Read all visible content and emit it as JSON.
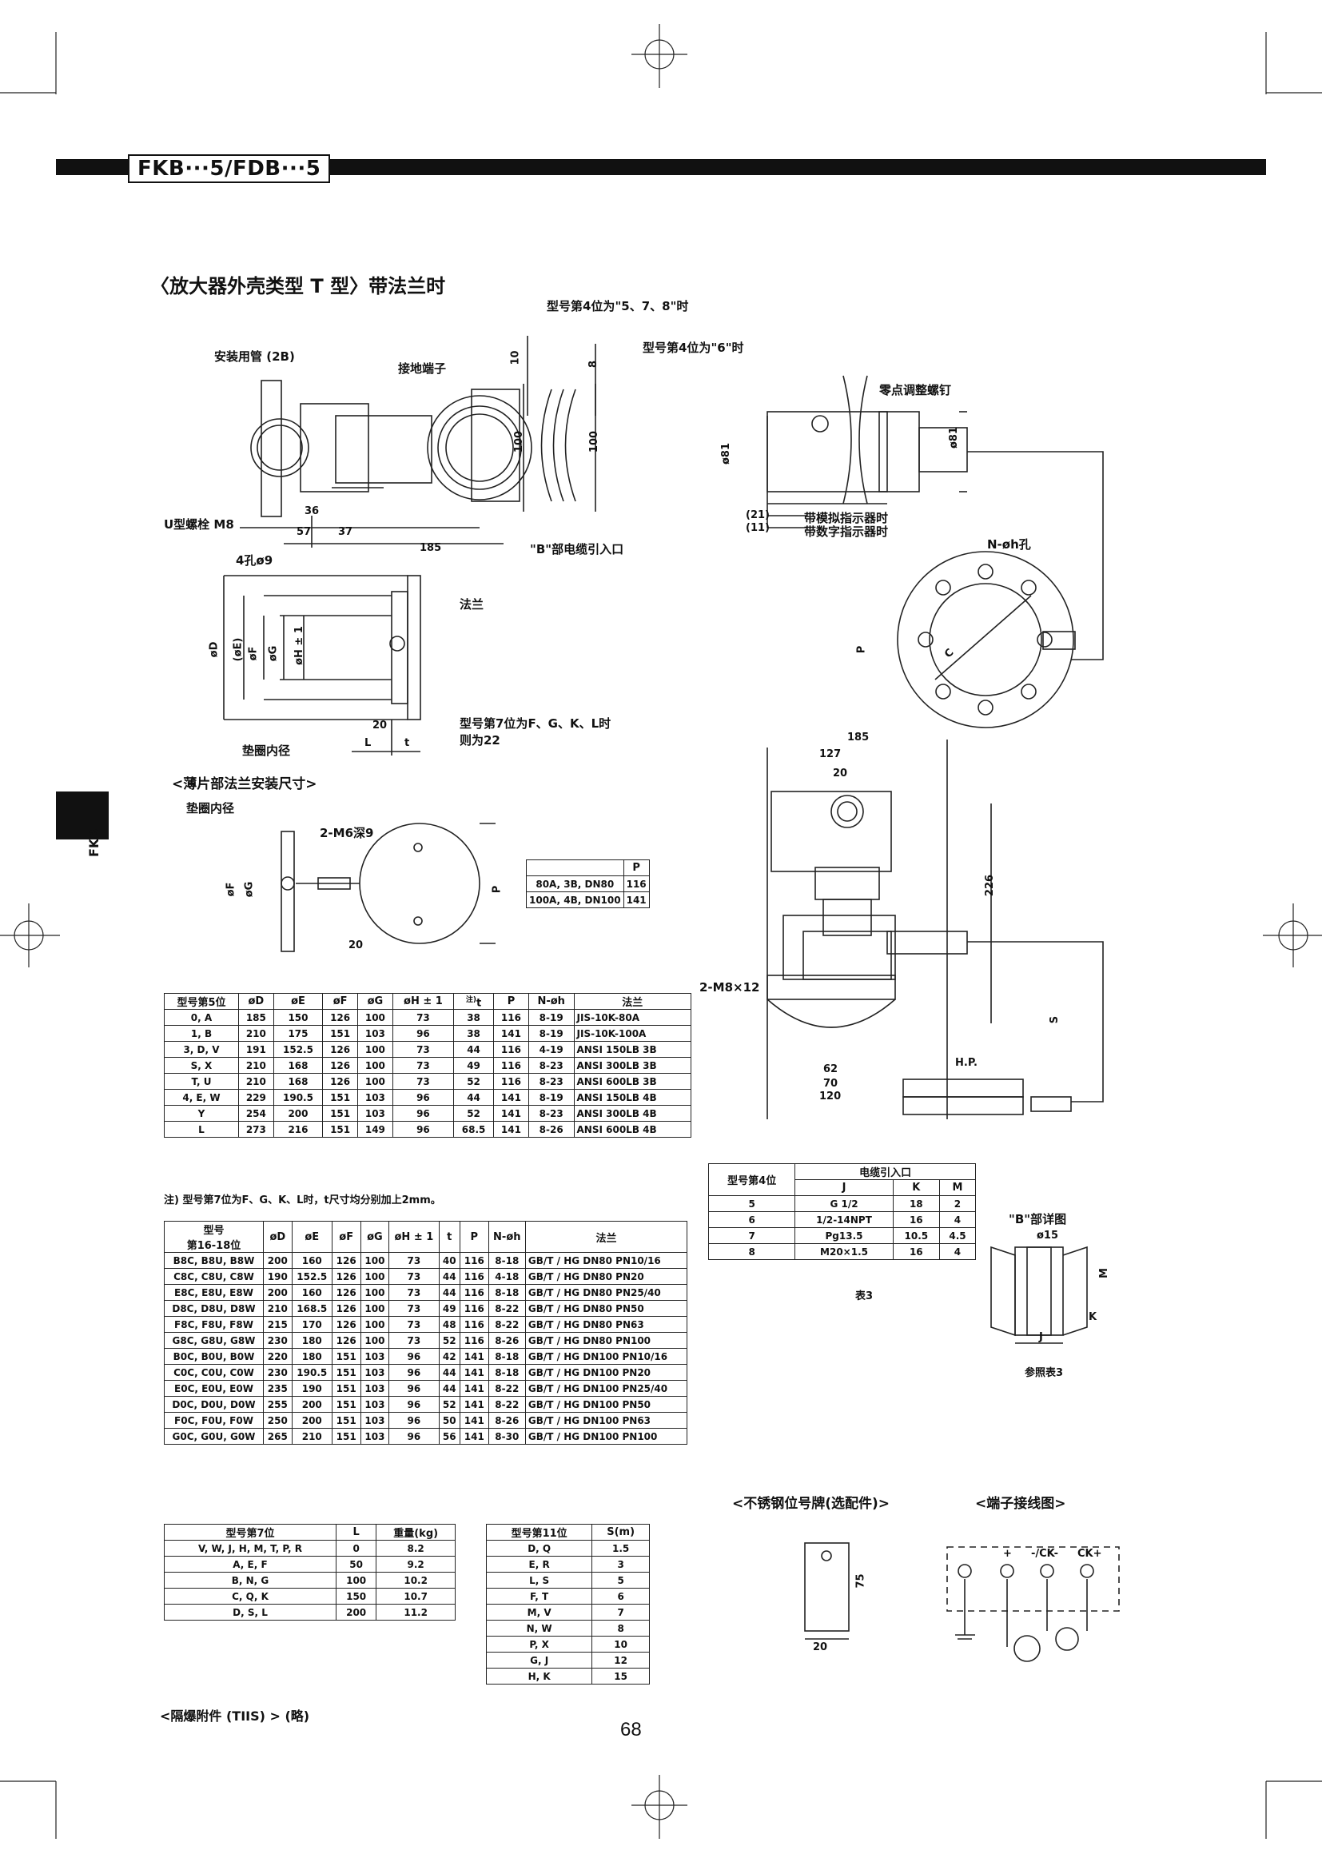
{
  "header": {
    "title": "FKB···5/FDB···5",
    "side_tab": "FKB"
  },
  "section": {
    "title": "〈放大器外壳类型 T 型〉带法兰时",
    "thin_title": "<薄片部法兰安装尺寸>",
    "plate_title": "<不锈钢位号牌(选配件)>",
    "terminal_title": "<端子接线图>",
    "explosion_note": "<隔爆附件 (TIIS) > (略)"
  },
  "labels": {
    "pipe": "安装用管 (2B)",
    "ground": "接地端子",
    "digit4_578": "型号第4位为\"5、7、8\"时",
    "digit4_6": "型号第4位为\"6\"时",
    "zero_screw": "零点调整螺钉",
    "ubolt": "U型螺栓 M8",
    "holes": "4孔ø9",
    "cable_entry": "\"B\"部电缆引入口",
    "analog": "带模拟指示器时",
    "digital": "带数字指示器时",
    "nhole": "N-øh孔",
    "flange": "法兰",
    "digit7": "型号第7位为F、G、K、L时",
    "digit7b": "则为22",
    "gasket": "垫圈内径",
    "gasket2": "垫圈内径",
    "m6": "2-M6深9",
    "m8": "2-M8×12",
    "hp": "H.P.",
    "bdetail": "\"B\"部详图",
    "ref_table3": "参照表3",
    "table3": "表3",
    "d10": "10",
    "d8": "8",
    "d100a": "100",
    "d100b": "100",
    "d36": "36",
    "d57": "57",
    "d37": "37",
    "d185": "185",
    "d21": "(21)",
    "d11": "(11)",
    "d81a": "ø81",
    "d81b": "ø81",
    "dD": "øD",
    "dE": "(øE)",
    "dF": "øF",
    "dG": "øG",
    "dH": "øH ± 1",
    "d20": "20",
    "dL": "L",
    "dt": "t",
    "dP": "P",
    "dC": "C",
    "dF2": "øF",
    "dG2": "øG",
    "d20b": "20",
    "dP2": "P",
    "d185b": "185",
    "d127": "127",
    "d20c": "20",
    "d226": "226",
    "dS": "S",
    "d62": "62",
    "d70": "70",
    "d120": "120",
    "d15": "ø15",
    "dM": "M",
    "dK": "K",
    "dJ": "J",
    "d75": "75",
    "d20d": "20",
    "t_plus": "+",
    "t_ck_minus": "-/CK-",
    "t_ck_plus": "CK+"
  },
  "p_table": {
    "header": [
      "",
      "P"
    ],
    "rows": [
      [
        "80A, 3B, DN80",
        "116"
      ],
      [
        "100A, 4B, DN100",
        "141"
      ]
    ]
  },
  "table1": {
    "header": [
      "型号第5位",
      "øD",
      "øE",
      "øF",
      "øG",
      "øH ± 1",
      "t",
      "P",
      "N-øh",
      "法兰"
    ],
    "t_note": "注)",
    "rows": [
      [
        "0, A",
        "185",
        "150",
        "126",
        "100",
        "73",
        "38",
        "116",
        "8-19",
        "JIS-10K-80A"
      ],
      [
        "1, B",
        "210",
        "175",
        "151",
        "103",
        "96",
        "38",
        "141",
        "8-19",
        "JIS-10K-100A"
      ],
      [
        "3, D, V",
        "191",
        "152.5",
        "126",
        "100",
        "73",
        "44",
        "116",
        "4-19",
        "ANSI 150LB 3B"
      ],
      [
        "S, X",
        "210",
        "168",
        "126",
        "100",
        "73",
        "49",
        "116",
        "8-23",
        "ANSI 300LB 3B"
      ],
      [
        "T, U",
        "210",
        "168",
        "126",
        "100",
        "73",
        "52",
        "116",
        "8-23",
        "ANSI 600LB 3B"
      ],
      [
        "4, E, W",
        "229",
        "190.5",
        "151",
        "103",
        "96",
        "44",
        "141",
        "8-19",
        "ANSI 150LB 4B"
      ],
      [
        "Y",
        "254",
        "200",
        "151",
        "103",
        "96",
        "52",
        "141",
        "8-23",
        "ANSI 300LB 4B"
      ],
      [
        "L",
        "273",
        "216",
        "151",
        "149",
        "96",
        "68.5",
        "141",
        "8-26",
        "ANSI 600LB 4B"
      ]
    ],
    "note": "注) 型号第7位为F、G、K、L时，t尺寸均分别加上2mm。"
  },
  "table2": {
    "header_a": "型号",
    "header_b": "第16-18位",
    "header": [
      "øD",
      "øE",
      "øF",
      "øG",
      "øH ± 1",
      "t",
      "P",
      "N-øh",
      "法兰"
    ],
    "rows": [
      [
        "B8C, B8U, B8W",
        "200",
        "160",
        "126",
        "100",
        "73",
        "40",
        "116",
        "8-18",
        "GB/T / HG DN80 PN10/16"
      ],
      [
        "C8C, C8U, C8W",
        "190",
        "152.5",
        "126",
        "100",
        "73",
        "44",
        "116",
        "4-18",
        "GB/T / HG DN80 PN20"
      ],
      [
        "E8C, E8U, E8W",
        "200",
        "160",
        "126",
        "100",
        "73",
        "44",
        "116",
        "8-18",
        "GB/T / HG DN80 PN25/40"
      ],
      [
        "D8C, D8U, D8W",
        "210",
        "168.5",
        "126",
        "100",
        "73",
        "49",
        "116",
        "8-22",
        "GB/T / HG DN80 PN50"
      ],
      [
        "F8C, F8U, F8W",
        "215",
        "170",
        "126",
        "100",
        "73",
        "48",
        "116",
        "8-22",
        "GB/T / HG DN80 PN63"
      ],
      [
        "G8C, G8U, G8W",
        "230",
        "180",
        "126",
        "100",
        "73",
        "52",
        "116",
        "8-26",
        "GB/T / HG DN80 PN100"
      ],
      [
        "B0C, B0U, B0W",
        "220",
        "180",
        "151",
        "103",
        "96",
        "42",
        "141",
        "8-18",
        "GB/T / HG DN100 PN10/16"
      ],
      [
        "C0C, C0U, C0W",
        "230",
        "190.5",
        "151",
        "103",
        "96",
        "44",
        "141",
        "8-18",
        "GB/T / HG DN100 PN20"
      ],
      [
        "E0C, E0U, E0W",
        "235",
        "190",
        "151",
        "103",
        "96",
        "44",
        "141",
        "8-22",
        "GB/T / HG DN100 PN25/40"
      ],
      [
        "D0C, D0U, D0W",
        "255",
        "200",
        "151",
        "103",
        "96",
        "52",
        "141",
        "8-22",
        "GB/T / HG DN100 PN50"
      ],
      [
        "F0C, F0U, F0W",
        "250",
        "200",
        "151",
        "103",
        "96",
        "50",
        "141",
        "8-26",
        "GB/T / HG DN100 PN63"
      ],
      [
        "G0C, G0U, G0W",
        "265",
        "210",
        "151",
        "103",
        "96",
        "56",
        "141",
        "8-30",
        "GB/T / HG DN100 PN100"
      ]
    ]
  },
  "table3": {
    "h_digit": "型号第4位",
    "h_cable": "电缆引入口",
    "h_cols": [
      "J",
      "K",
      "M"
    ],
    "rows": [
      [
        "5",
        "G 1/2",
        "18",
        "2"
      ],
      [
        "6",
        "1/2-14NPT",
        "16",
        "4"
      ],
      [
        "7",
        "Pg13.5",
        "10.5",
        "4.5"
      ],
      [
        "8",
        "M20×1.5",
        "16",
        "4"
      ]
    ]
  },
  "table_weight": {
    "header": [
      "型号第7位",
      "L",
      "重量(kg)"
    ],
    "rows": [
      [
        "V, W, J, H, M, T, P, R",
        "0",
        "8.2"
      ],
      [
        "A, E, F",
        "50",
        "9.2"
      ],
      [
        "B, N, G",
        "100",
        "10.2"
      ],
      [
        "C, Q, K",
        "150",
        "10.7"
      ],
      [
        "D, S, L",
        "200",
        "11.2"
      ]
    ]
  },
  "table_s": {
    "header": [
      "型号第11位",
      "S(m)"
    ],
    "rows": [
      [
        "D, Q",
        "1.5"
      ],
      [
        "E, R",
        "3"
      ],
      [
        "L, S",
        "5"
      ],
      [
        "F, T",
        "6"
      ],
      [
        "M, V",
        "7"
      ],
      [
        "N, W",
        "8"
      ],
      [
        "P, X",
        "10"
      ],
      [
        "G, J",
        "12"
      ],
      [
        "H, K",
        "15"
      ]
    ]
  },
  "page_number": "68"
}
